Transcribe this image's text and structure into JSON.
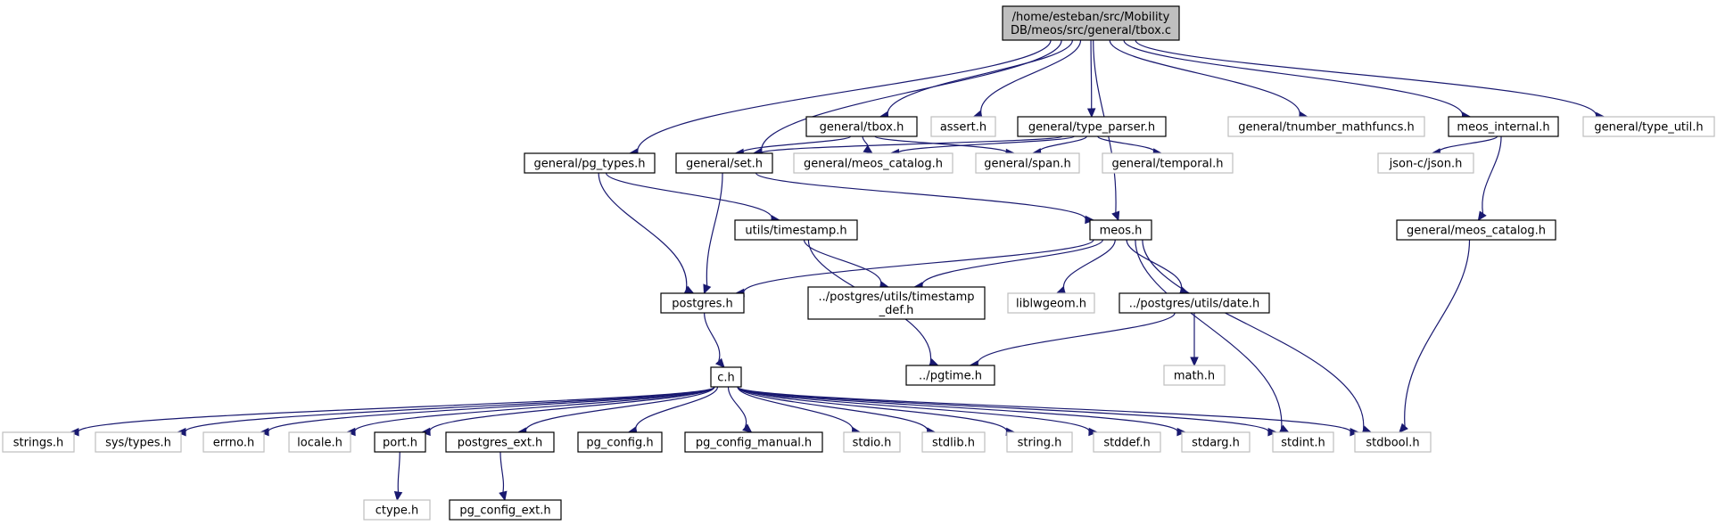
{
  "diagram": {
    "type": "include-dependency-graph",
    "colors": {
      "edge": "#191970",
      "documented_border": "#000000",
      "system_border": "#bfbfbf",
      "root_fill": "#bfbfbf"
    },
    "nodes": [
      {
        "id": "root",
        "lines": [
          "/home/esteban/src/Mobility",
          "DB/meos/src/general/tbox.c"
        ],
        "kind": "root"
      },
      {
        "id": "tbox_h",
        "lines": [
          "general/tbox.h"
        ],
        "kind": "doc"
      },
      {
        "id": "assert_h",
        "lines": [
          "assert.h"
        ],
        "kind": "sys"
      },
      {
        "id": "type_parser_h",
        "lines": [
          "general/type_parser.h"
        ],
        "kind": "doc"
      },
      {
        "id": "tnumber_mathfuncs_h",
        "lines": [
          "general/tnumber_mathfuncs.h"
        ],
        "kind": "sys"
      },
      {
        "id": "meos_internal_h",
        "lines": [
          "meos_internal.h"
        ],
        "kind": "doc"
      },
      {
        "id": "type_util_h",
        "lines": [
          "general/type_util.h"
        ],
        "kind": "sys"
      },
      {
        "id": "pg_types_h",
        "lines": [
          "general/pg_types.h"
        ],
        "kind": "doc"
      },
      {
        "id": "set_h",
        "lines": [
          "general/set.h"
        ],
        "kind": "doc"
      },
      {
        "id": "meos_catalog_sys",
        "lines": [
          "general/meos_catalog.h"
        ],
        "kind": "sys"
      },
      {
        "id": "span_h",
        "lines": [
          "general/span.h"
        ],
        "kind": "sys"
      },
      {
        "id": "temporal_h",
        "lines": [
          "general/temporal.h"
        ],
        "kind": "sys"
      },
      {
        "id": "json_h",
        "lines": [
          "json-c/json.h"
        ],
        "kind": "sys"
      },
      {
        "id": "utils_timestamp_h",
        "lines": [
          "utils/timestamp.h"
        ],
        "kind": "doc"
      },
      {
        "id": "meos_h",
        "lines": [
          "meos.h"
        ],
        "kind": "doc"
      },
      {
        "id": "meos_catalog_doc",
        "lines": [
          "general/meos_catalog.h"
        ],
        "kind": "doc"
      },
      {
        "id": "postgres_h",
        "lines": [
          "postgres.h"
        ],
        "kind": "doc"
      },
      {
        "id": "timestamp_def_h",
        "lines": [
          "../postgres/utils/timestamp",
          "_def.h"
        ],
        "kind": "doc"
      },
      {
        "id": "liblwgeom_h",
        "lines": [
          "liblwgeom.h"
        ],
        "kind": "sys"
      },
      {
        "id": "date_h",
        "lines": [
          "../postgres/utils/date.h"
        ],
        "kind": "doc"
      },
      {
        "id": "c_h",
        "lines": [
          "c.h"
        ],
        "kind": "doc"
      },
      {
        "id": "pgtime_h",
        "lines": [
          "../pgtime.h"
        ],
        "kind": "doc"
      },
      {
        "id": "math_h",
        "lines": [
          "math.h"
        ],
        "kind": "sys"
      },
      {
        "id": "strings_h",
        "lines": [
          "strings.h"
        ],
        "kind": "sys"
      },
      {
        "id": "sys_types_h",
        "lines": [
          "sys/types.h"
        ],
        "kind": "sys"
      },
      {
        "id": "errno_h",
        "lines": [
          "errno.h"
        ],
        "kind": "sys"
      },
      {
        "id": "locale_h",
        "lines": [
          "locale.h"
        ],
        "kind": "sys"
      },
      {
        "id": "port_h",
        "lines": [
          "port.h"
        ],
        "kind": "doc"
      },
      {
        "id": "postgres_ext_h",
        "lines": [
          "postgres_ext.h"
        ],
        "kind": "doc"
      },
      {
        "id": "pg_config_h",
        "lines": [
          "pg_config.h"
        ],
        "kind": "doc"
      },
      {
        "id": "pg_config_manual_h",
        "lines": [
          "pg_config_manual.h"
        ],
        "kind": "doc"
      },
      {
        "id": "stdio_h",
        "lines": [
          "stdio.h"
        ],
        "kind": "sys"
      },
      {
        "id": "stdlib_h",
        "lines": [
          "stdlib.h"
        ],
        "kind": "sys"
      },
      {
        "id": "string_h",
        "lines": [
          "string.h"
        ],
        "kind": "sys"
      },
      {
        "id": "stddef_h",
        "lines": [
          "stddef.h"
        ],
        "kind": "sys"
      },
      {
        "id": "stdarg_h",
        "lines": [
          "stdarg.h"
        ],
        "kind": "sys"
      },
      {
        "id": "stdint_h",
        "lines": [
          "stdint.h"
        ],
        "kind": "sys"
      },
      {
        "id": "stdbool_h",
        "lines": [
          "stdbool.h"
        ],
        "kind": "sys"
      },
      {
        "id": "ctype_h",
        "lines": [
          "ctype.h"
        ],
        "kind": "sys"
      },
      {
        "id": "pg_config_ext_h",
        "lines": [
          "pg_config_ext.h"
        ],
        "kind": "doc"
      }
    ],
    "edges": [
      [
        "root",
        "tbox_h"
      ],
      [
        "root",
        "assert_h"
      ],
      [
        "root",
        "type_parser_h"
      ],
      [
        "root",
        "tnumber_mathfuncs_h"
      ],
      [
        "root",
        "meos_internal_h"
      ],
      [
        "root",
        "type_util_h"
      ],
      [
        "root",
        "pg_types_h"
      ],
      [
        "root",
        "set_h"
      ],
      [
        "root",
        "meos_h"
      ],
      [
        "tbox_h",
        "set_h"
      ],
      [
        "tbox_h",
        "meos_catalog_sys"
      ],
      [
        "tbox_h",
        "span_h"
      ],
      [
        "type_parser_h",
        "set_h"
      ],
      [
        "type_parser_h",
        "meos_catalog_sys"
      ],
      [
        "type_parser_h",
        "span_h"
      ],
      [
        "type_parser_h",
        "temporal_h"
      ],
      [
        "meos_internal_h",
        "json_h"
      ],
      [
        "meos_internal_h",
        "meos_catalog_doc"
      ],
      [
        "pg_types_h",
        "postgres_h"
      ],
      [
        "pg_types_h",
        "utils_timestamp_h"
      ],
      [
        "set_h",
        "postgres_h"
      ],
      [
        "set_h",
        "meos_h"
      ],
      [
        "utils_timestamp_h",
        "timestamp_def_h"
      ],
      [
        "utils_timestamp_h",
        "pgtime_h"
      ],
      [
        "meos_h",
        "postgres_h"
      ],
      [
        "meos_h",
        "timestamp_def_h"
      ],
      [
        "meos_h",
        "liblwgeom_h"
      ],
      [
        "meos_h",
        "date_h"
      ],
      [
        "meos_h",
        "stdint_h"
      ],
      [
        "meos_h",
        "stdbool_h"
      ],
      [
        "meos_catalog_doc",
        "stdbool_h"
      ],
      [
        "postgres_h",
        "c_h"
      ],
      [
        "date_h",
        "pgtime_h"
      ],
      [
        "date_h",
        "math_h"
      ],
      [
        "c_h",
        "strings_h"
      ],
      [
        "c_h",
        "sys_types_h"
      ],
      [
        "c_h",
        "errno_h"
      ],
      [
        "c_h",
        "locale_h"
      ],
      [
        "c_h",
        "port_h"
      ],
      [
        "c_h",
        "postgres_ext_h"
      ],
      [
        "c_h",
        "pg_config_h"
      ],
      [
        "c_h",
        "pg_config_manual_h"
      ],
      [
        "c_h",
        "stdio_h"
      ],
      [
        "c_h",
        "stdlib_h"
      ],
      [
        "c_h",
        "string_h"
      ],
      [
        "c_h",
        "stddef_h"
      ],
      [
        "c_h",
        "stdarg_h"
      ],
      [
        "c_h",
        "stdint_h"
      ],
      [
        "c_h",
        "stdbool_h"
      ],
      [
        "port_h",
        "ctype_h"
      ],
      [
        "postgres_ext_h",
        "pg_config_ext_h"
      ]
    ]
  }
}
